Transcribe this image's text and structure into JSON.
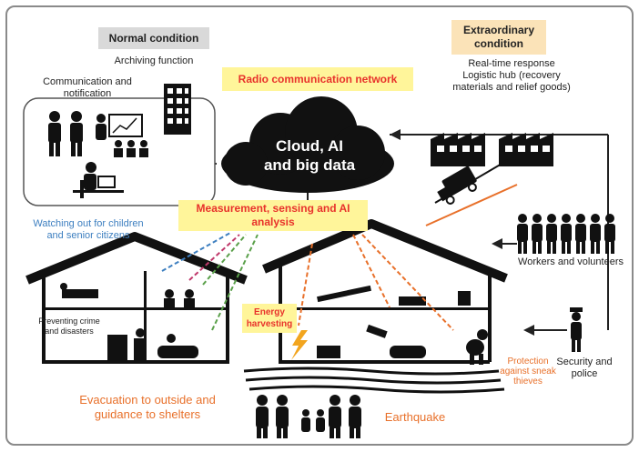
{
  "colors": {
    "highlight": "#fff59a",
    "red_text": "#e8322b",
    "orange_text": "#e8702a",
    "blue_text": "#3d7fc0",
    "normal_box": "#d9d9d9",
    "extra_box": "#fbe3b8"
  },
  "normal": {
    "title": "Normal condition",
    "subtitle": "Archiving function"
  },
  "extraordinary": {
    "title_line1": "Extraordinary",
    "title_line2": "condition",
    "line1": "Real-time response",
    "line2": "Logistic hub (recovery",
    "line3": "materials and relief goods)"
  },
  "radio_network": "Radio communication network",
  "comm": {
    "line1": "Communication and",
    "line2": "notification"
  },
  "cloud": {
    "line1": "Cloud, AI",
    "line2": "and big data"
  },
  "measurement": {
    "line1": "Measurement, sensing and AI",
    "line2": "analysis"
  },
  "watching": {
    "line1": "Watching out for children",
    "line2": "and senior citizens"
  },
  "workers": "Workers and volunteers",
  "preventing": {
    "line1": "Preventing crime",
    "line2": "and disasters"
  },
  "energy": {
    "line1": "Energy",
    "line2": "harvesting"
  },
  "protection": {
    "line1": "Protection",
    "line2": "against sneak",
    "line3": "thieves"
  },
  "security": {
    "line1": "Security and",
    "line2": "police"
  },
  "evacuation": {
    "line1": "Evacuation to outside and",
    "line2": "guidance to shelters"
  },
  "earthquake": "Earthquake",
  "icons": [
    "office-building-icon",
    "meeting-people-icon",
    "presentation-icon",
    "desk-worker-icon",
    "factory-icon",
    "truck-icon",
    "worker-crowd-icon",
    "house-icon",
    "police-officer-icon",
    "thief-icon",
    "family-icon",
    "lightning-icon"
  ]
}
